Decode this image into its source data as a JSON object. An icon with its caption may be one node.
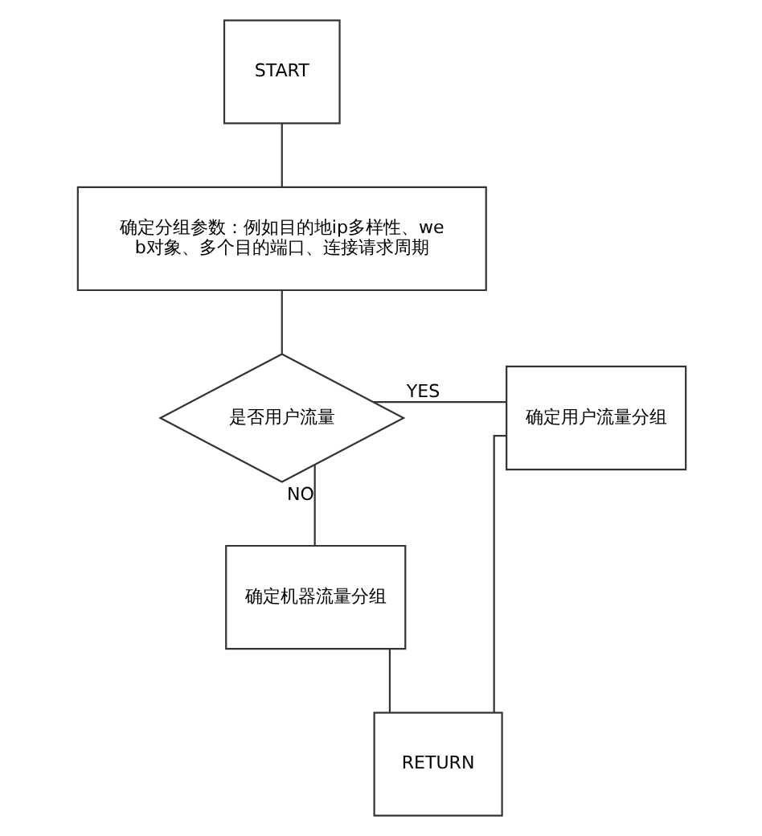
{
  "diagram": {
    "nodes": [
      {
        "text": [
          "START"
        ]
      },
      {
        "text": [
          "确定分组参数：例如目的地ip多样性、web对象、多个目的端口、连接请求周期"
        ]
      },
      {
        "text": [
          "是否用户流量"
        ]
      },
      {
        "text": [
          "确定用户流量分组"
        ]
      },
      {
        "text": [
          "确定机器流量分组"
        ]
      },
      {
        "text": [
          "RETURN"
        ]
      }
    ],
    "edges": [
      {
        "from": 0,
        "to": 1,
        "arrow": "none"
      },
      {
        "from": 1,
        "to": 2,
        "arrow": "none"
      },
      {
        "from": 2,
        "to": 3,
        "arrow": "none",
        "label": "YES"
      },
      {
        "from": 2,
        "to": 4,
        "arrow": "none",
        "label": "NO"
      },
      {
        "from": 4,
        "to": 5,
        "arrow": "none"
      },
      {
        "from": 3,
        "to": 5,
        "arrow": "none"
      }
    ]
  }
}
